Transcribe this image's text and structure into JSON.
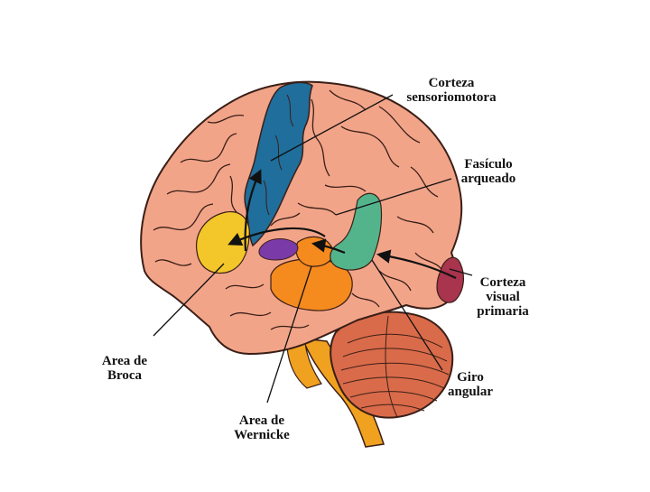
{
  "labels": {
    "corteza_sensoriomotora": {
      "line1": "Corteza",
      "line2": "sensoriomotora"
    },
    "fasciculo_arqueado": {
      "line1": "Fasículo",
      "line2": "arqueado"
    },
    "corteza_visual_primaria": {
      "line1": "Corteza",
      "line2": "visual",
      "line3": "primaria"
    },
    "giro_angular": {
      "line1": "Giro",
      "line2": "angular"
    },
    "area_broca": {
      "line1": "Area de",
      "line2": "Broca"
    },
    "area_wernicke": {
      "line1": "Area de",
      "line2": "Wernicke"
    }
  },
  "colors": {
    "cortex": "#f2a489",
    "cortex_outline": "#3a1f17",
    "sensorimotor": "#1f6e9c",
    "broca": "#f3c62a",
    "wernicke": "#f58a1e",
    "angular": "#53b48c",
    "visual": "#a8344e",
    "arcuate": "#7a3aa8",
    "cerebellum": "#d96b4a",
    "brainstem": "#f0a11f"
  }
}
